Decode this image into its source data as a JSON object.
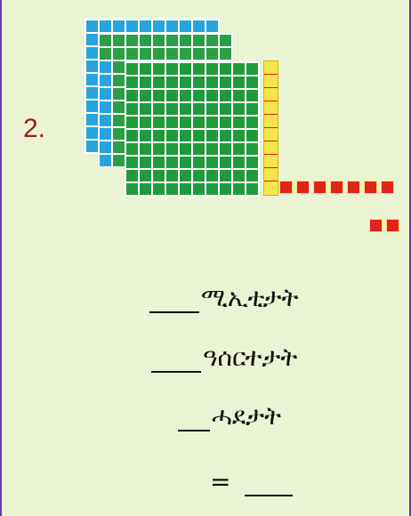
{
  "problem": {
    "number": "2.",
    "place_values": {
      "hundreds_label": "ሚኢቲታት",
      "tens_label": "ዓሰርተታት",
      "ones_label": "ሓደታት"
    },
    "equals_sign": "=",
    "blocks": {
      "hundreds_flats": 3,
      "tens_rods": 1,
      "ones_units": 9
    }
  },
  "colors": {
    "background": "#ebf3d5",
    "hundred_flat_blue": "#27a4de",
    "hundred_flat_green": "#1f9b3c",
    "ten_rod": "#f6e64a",
    "unit_cube": "#e2231a",
    "problem_number": "#9e1b14"
  }
}
